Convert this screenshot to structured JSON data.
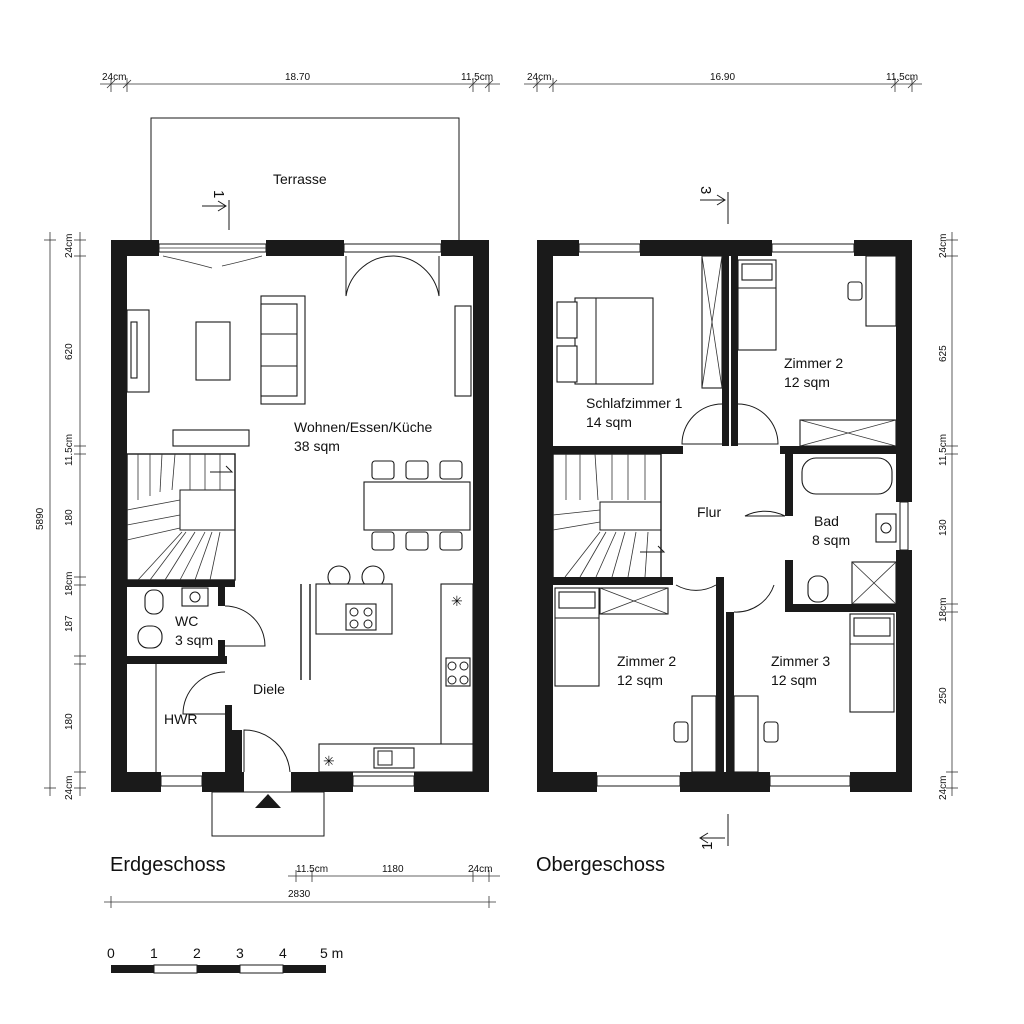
{
  "floors": {
    "ground": {
      "label": "Erdgeschoss"
    },
    "upper": {
      "label": "Obergeschoss"
    }
  },
  "rooms": {
    "terrasse": {
      "name": "Terrasse"
    },
    "living": {
      "name": "Wohnen/Essen/Küche",
      "area": "38 sqm"
    },
    "wc": {
      "name": "WC",
      "area": "3 sqm"
    },
    "diele": {
      "name": "Diele"
    },
    "hwr": {
      "name": "HWR"
    },
    "schlafzimmer": {
      "name": "Schlafzimmer 1",
      "area": "14 sqm"
    },
    "zimmer2_top": {
      "name": "Zimmer 2",
      "area": "12 sqm"
    },
    "flur": {
      "name": "Flur"
    },
    "bad": {
      "name": "Bad",
      "area": "8 sqm"
    },
    "zimmer2_bottom": {
      "name": "Zimmer 2",
      "area": "12 sqm"
    },
    "zimmer3": {
      "name": "Zimmer 3",
      "area": "12 sqm"
    }
  },
  "dimensions": {
    "ground_top": [
      "24cm",
      "18.70",
      "11.5cm"
    ],
    "upper_top": [
      "24cm",
      "16.90",
      "11.5cm"
    ],
    "ground_left": [
      "24cm",
      "620",
      "11.5cm",
      "180",
      "18cm",
      "187",
      "180",
      "24cm"
    ],
    "ground_total_height": "5890",
    "upper_right": [
      "24cm",
      "625",
      "11.5cm",
      "130",
      "18cm",
      "250",
      "24cm"
    ],
    "ground_bottom": [
      "11.5cm",
      "1180",
      "24cm"
    ],
    "ground_total_width": "2830"
  },
  "section_markers": {
    "top_left": "1",
    "top_right": "3",
    "bottom_right": "1"
  },
  "scale_bar": {
    "labels": [
      "0",
      "1",
      "2",
      "3",
      "4",
      "5 m"
    ]
  }
}
